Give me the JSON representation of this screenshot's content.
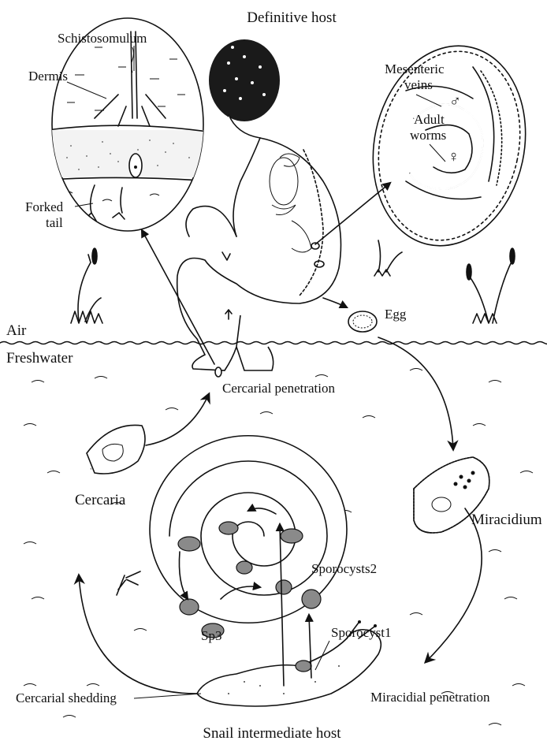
{
  "labels": {
    "definitive_host": "Definitive host",
    "schistosomulum": "Schistosomulum",
    "dermis": "Dermis",
    "forked_tail_1": "Forked",
    "forked_tail_2": "tail",
    "mesenteric_1": "Mesenteric",
    "mesenteric_2": "veins",
    "adult_1": "Adult",
    "adult_2": "worms",
    "male_symbol": "♂",
    "female_symbol": "♀",
    "egg": "Egg",
    "air": "Air",
    "freshwater": "Freshwater",
    "cercarial_penetration": "Cercarial penetration",
    "cercaria": "Cercaria",
    "miracidium": "Miracidium",
    "sporocysts2": "Sporocysts2",
    "sp3": "Sp3",
    "sporocyst1": "Sporocyst1",
    "cercarial_shedding": "Cercarial shedding",
    "miracidial_penetration": "Miracidial penetration",
    "snail_host": "Snail intermediate host"
  },
  "colors": {
    "ink": "#111111",
    "sporocyst_fill": "#8a8a8a",
    "background": "#ffffff"
  }
}
